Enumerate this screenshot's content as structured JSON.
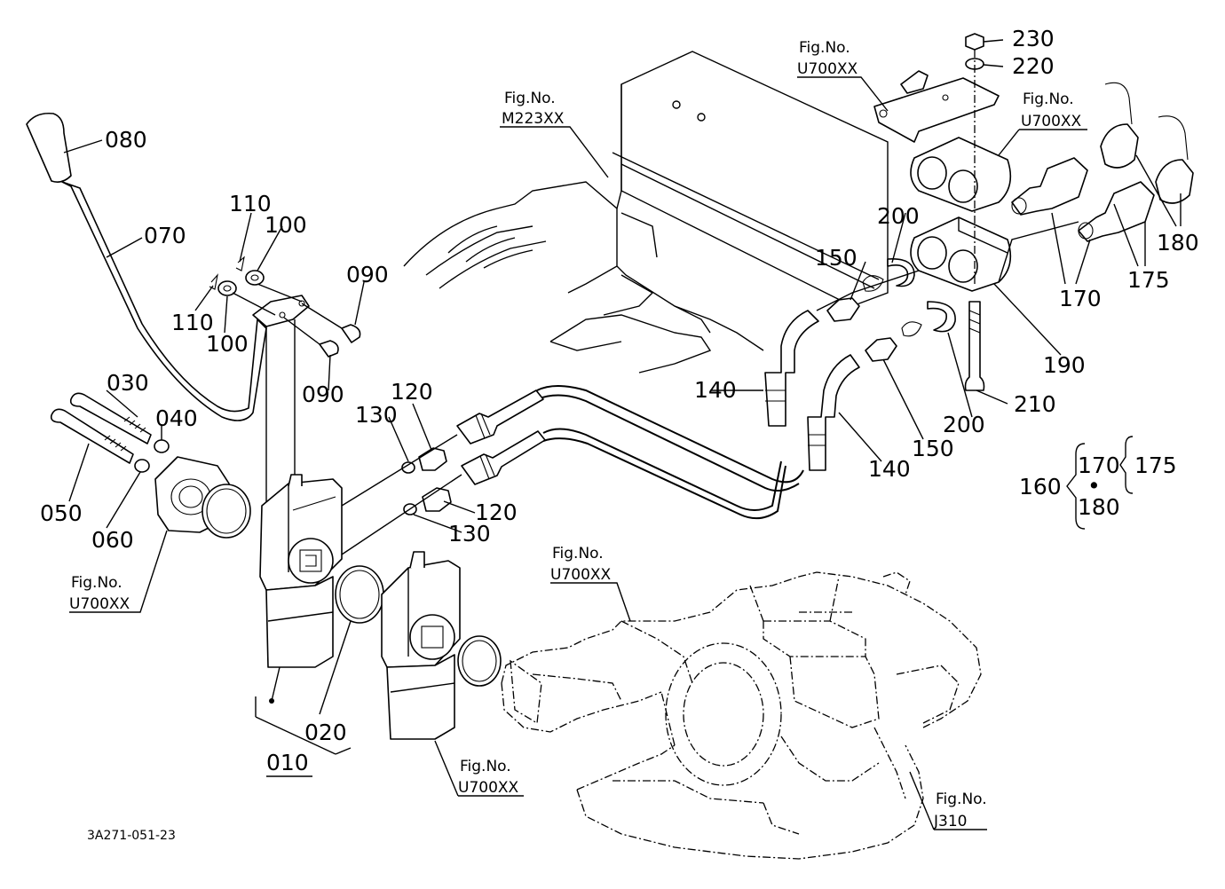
{
  "diagram": {
    "part_labels": [
      {
        "id": "080",
        "text": "080"
      },
      {
        "id": "070",
        "text": "070"
      },
      {
        "id": "110a",
        "text": "110"
      },
      {
        "id": "100a",
        "text": "100"
      },
      {
        "id": "110b",
        "text": "110"
      },
      {
        "id": "100b",
        "text": "100"
      },
      {
        "id": "090a",
        "text": "090"
      },
      {
        "id": "090b",
        "text": "090"
      },
      {
        "id": "030",
        "text": "030"
      },
      {
        "id": "040",
        "text": "040"
      },
      {
        "id": "050",
        "text": "050"
      },
      {
        "id": "060",
        "text": "060"
      },
      {
        "id": "120a",
        "text": "120"
      },
      {
        "id": "130a",
        "text": "130"
      },
      {
        "id": "120b",
        "text": "120"
      },
      {
        "id": "130b",
        "text": "130"
      },
      {
        "id": "020",
        "text": "020"
      },
      {
        "id": "010",
        "text": "010"
      },
      {
        "id": "140a",
        "text": "140"
      },
      {
        "id": "140b",
        "text": "140"
      },
      {
        "id": "150a",
        "text": "150"
      },
      {
        "id": "150b",
        "text": "150"
      },
      {
        "id": "200a",
        "text": "200"
      },
      {
        "id": "200b",
        "text": "200"
      },
      {
        "id": "170",
        "text": "170"
      },
      {
        "id": "175",
        "text": "175"
      },
      {
        "id": "180",
        "text": "180"
      },
      {
        "id": "190",
        "text": "190"
      },
      {
        "id": "210",
        "text": "210"
      },
      {
        "id": "230",
        "text": "230"
      },
      {
        "id": "220",
        "text": "220"
      }
    ],
    "fig_refs": [
      {
        "id": "m223",
        "line1": "Fig.No.",
        "line2": "M223XX"
      },
      {
        "id": "u700_top",
        "line1": "Fig.No.",
        "line2": "U700XX"
      },
      {
        "id": "u700_right",
        "line1": "Fig.No.",
        "line2": "U700XX"
      },
      {
        "id": "u700_left",
        "line1": "Fig.No.",
        "line2": "U700XX"
      },
      {
        "id": "u700_center",
        "line1": "Fig.No.",
        "line2": "U700XX"
      },
      {
        "id": "u700_bottom",
        "line1": "Fig.No.",
        "line2": "U700XX"
      },
      {
        "id": "j310",
        "line1": "Fig.No.",
        "line2": "J310"
      }
    ],
    "assembly_key": {
      "parent": "160",
      "upper": "170",
      "upper_sub": "175",
      "dot": "•",
      "lower": "180"
    },
    "drawing_code": "3A271-051-23"
  }
}
